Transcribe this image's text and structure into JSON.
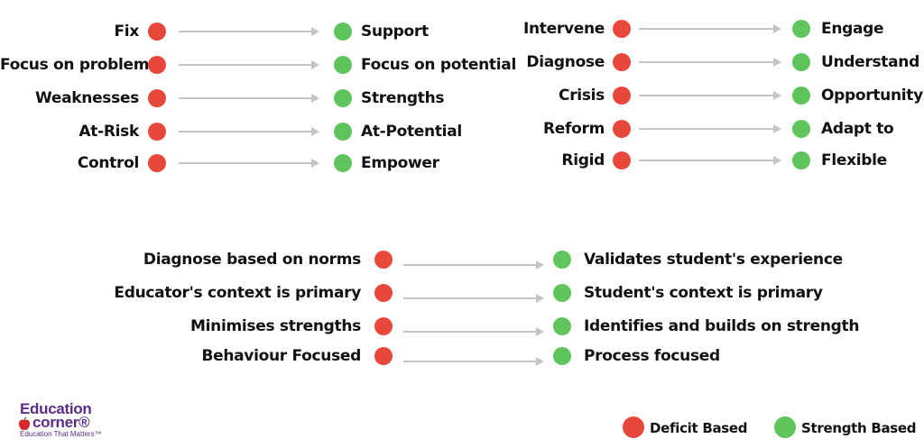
{
  "groups": [
    {
      "pairs": [
        {
          "deficit": "Fix",
          "strength": "Support"
        },
        {
          "deficit": "Focus on problems",
          "strength": "Focus on potential"
        },
        {
          "deficit": "Weaknesses",
          "strength": "Strengths"
        },
        {
          "deficit": "At-Risk",
          "strength": "At-Potential"
        },
        {
          "deficit": "Control",
          "strength": "Empower"
        }
      ]
    },
    {
      "pairs": [
        {
          "deficit": "Intervene",
          "strength": "Engage"
        },
        {
          "deficit": "Diagnose",
          "strength": "Understand"
        },
        {
          "deficit": "Crisis",
          "strength": "Opportunity"
        },
        {
          "deficit": "Reform",
          "strength": "Adapt to"
        },
        {
          "deficit": "Rigid",
          "strength": "Flexible"
        }
      ]
    },
    {
      "pairs": [
        {
          "deficit": "Diagnose based on norms",
          "strength": "Validates student's experience"
        },
        {
          "deficit": "Educator's context is primary",
          "strength": "Student's context is primary"
        },
        {
          "deficit": "Minimises strengths",
          "strength": "Identifies and builds on strength"
        },
        {
          "deficit": "Behaviour Focused",
          "strength": "Process focused"
        }
      ]
    }
  ],
  "legend": {
    "deficit": "Deficit Based",
    "strength": "Strength Based"
  },
  "logo": {
    "line1": "Education",
    "line2": "corner®",
    "tagline": "Education That Matters™"
  },
  "colors": {
    "deficit": "#e8483b",
    "strength": "#5fc45b",
    "arrow": "#c4c4c4",
    "brand": "#5b2d8a"
  }
}
